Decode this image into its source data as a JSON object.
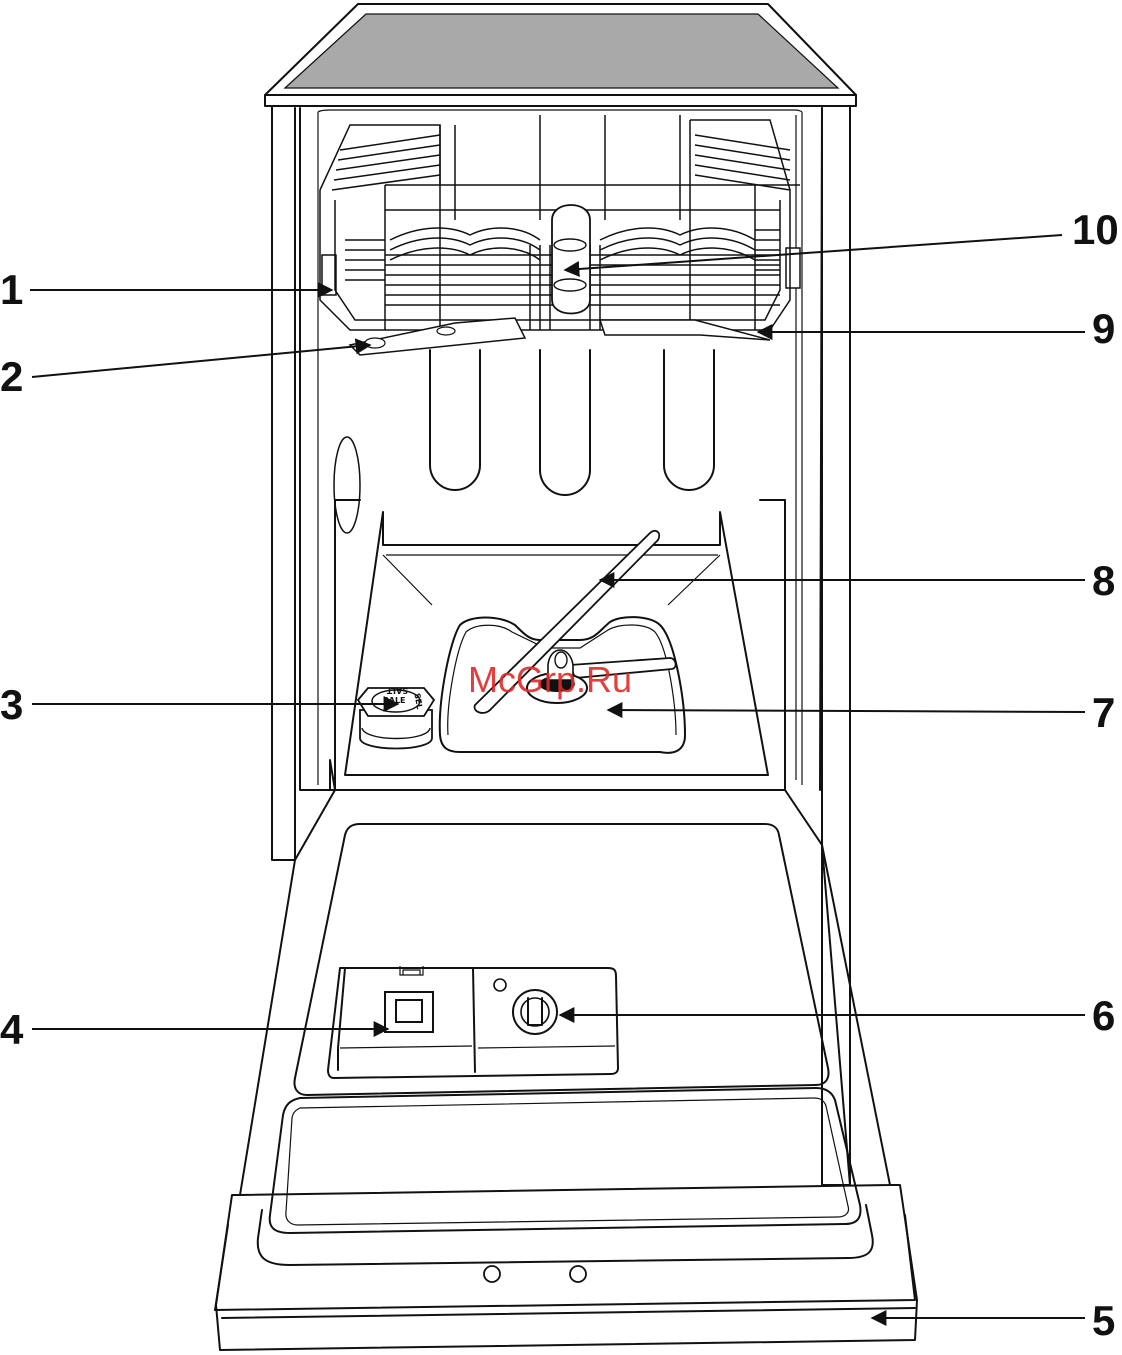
{
  "watermark": "McGrp.Ru",
  "salt_cap_text": [
    "SALT",
    "SALE",
    "SEL"
  ],
  "callouts": [
    {
      "id": "1",
      "label": "1"
    },
    {
      "id": "2",
      "label": "2"
    },
    {
      "id": "3",
      "label": "3"
    },
    {
      "id": "4",
      "label": "4"
    },
    {
      "id": "5",
      "label": "5"
    },
    {
      "id": "6",
      "label": "6"
    },
    {
      "id": "7",
      "label": "7"
    },
    {
      "id": "8",
      "label": "8"
    },
    {
      "id": "9",
      "label": "9"
    },
    {
      "id": "10",
      "label": "10"
    }
  ]
}
